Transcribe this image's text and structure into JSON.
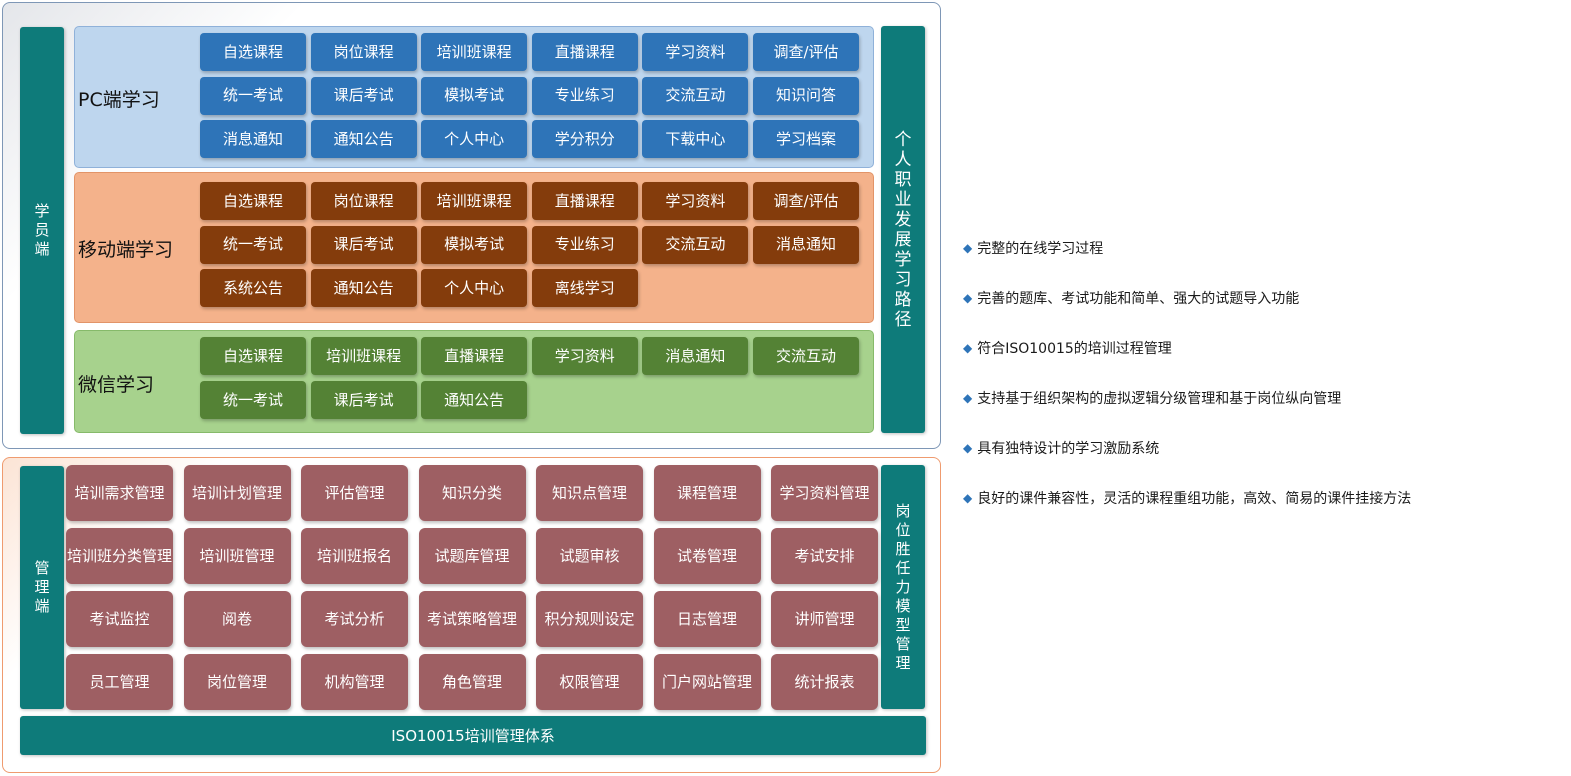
{
  "student_side": {
    "label": "学员端",
    "career_path_label": "个人职业发展学习路径",
    "pc": {
      "title": "PC端学习",
      "rows": [
        [
          "自选课程",
          "岗位课程",
          "培训班课程",
          "直播课程",
          "学习资料",
          "调查/评估"
        ],
        [
          "统一考试",
          "课后考试",
          "模拟考试",
          "专业练习",
          "交流互动",
          "知识问答"
        ],
        [
          "消息通知",
          "通知公告",
          "个人中心",
          "学分积分",
          "下载中心",
          "学习档案"
        ]
      ]
    },
    "mobile": {
      "title": "移动端学习",
      "rows": [
        [
          "自选课程",
          "岗位课程",
          "培训班课程",
          "直播课程",
          "学习资料",
          "调查/评估"
        ],
        [
          "统一考试",
          "课后考试",
          "模拟考试",
          "专业练习",
          "交流互动",
          "消息通知"
        ],
        [
          "系统公告",
          "通知公告",
          "个人中心",
          "离线学习"
        ]
      ]
    },
    "wechat": {
      "title": "微信学习",
      "rows": [
        [
          "自选课程",
          "培训班课程",
          "直播课程",
          "学习资料",
          "消息通知",
          "交流互动"
        ],
        [
          "统一考试",
          "课后考试",
          "通知公告"
        ]
      ]
    }
  },
  "admin_side": {
    "label": "管理端",
    "competency_label": "岗位胜任力模型管理",
    "rows": [
      [
        "培训需求管理",
        "培训计划管理",
        "评估管理",
        "知识分类",
        "知识点管理",
        "课程管理",
        "学习资料管理"
      ],
      [
        "培训班分类管理",
        "培训班管理",
        "培训班报名",
        "试题库管理",
        "试题审核",
        "试卷管理",
        "考试安排"
      ],
      [
        "考试监控",
        "阅卷",
        "考试分析",
        "考试策略管理",
        "积分规则设定",
        "日志管理",
        "讲师管理"
      ],
      [
        "员工管理",
        "岗位管理",
        "机构管理",
        "角色管理",
        "权限管理",
        "门户网站管理",
        "统计报表"
      ]
    ],
    "footer": "ISO10015培训管理体系"
  },
  "features": [
    "完整的在线学习过程",
    "完善的题库、考试功能和简单、强大的试题导入功能",
    "符合ISO10015的培训过程管理",
    "支持基于组织架构的虚拟逻辑分级管理和基于岗位纵向管理",
    "具有独特设计的学习激励系统",
    "良好的课件兼容性，灵活的课程重组功能，高效、简易的课件挂接方法"
  ],
  "colors": {
    "teal": "#0e7b7a",
    "pc_button": "#2e74b8",
    "mobile_button": "#843c0c",
    "wechat_button": "#548235",
    "admin_button": "#9e5f63"
  }
}
